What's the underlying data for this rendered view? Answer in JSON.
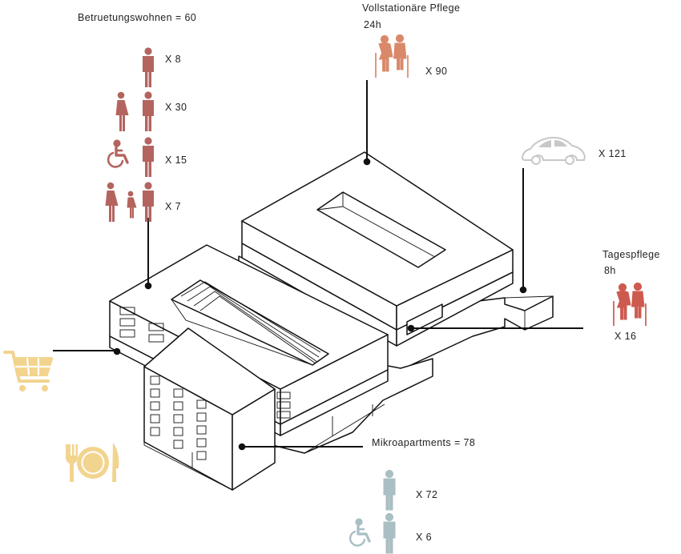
{
  "colors": {
    "residential": "#b4645f",
    "fullcare": "#d9896a",
    "daycare": "#cd5a4f",
    "micro": "#a9bfc3",
    "car": "#c8c8c8",
    "amenity": "#f2d48e",
    "line": "#111111"
  },
  "betreuung": {
    "title": "Betruetungswohnen = 60",
    "rows": [
      {
        "icons": [
          "man-icon"
        ],
        "count": "X 8"
      },
      {
        "icons": [
          "woman-icon",
          "man-icon"
        ],
        "count": "X 30"
      },
      {
        "icons": [
          "wheelchair-icon",
          "man-icon"
        ],
        "count": "X 15"
      },
      {
        "icons": [
          "woman-icon",
          "child-icon",
          "man-icon"
        ],
        "count": "X 7"
      }
    ]
  },
  "vollstationaer": {
    "title": "Vollstationäre Pflege",
    "hours": "24h",
    "icon": "elderly-couple-icon",
    "count": "X 90"
  },
  "parking": {
    "icon": "car-icon",
    "count": "X 121"
  },
  "tagespflege": {
    "title": "Tagespflege",
    "hours": "8h",
    "icon": "elderly-couple-icon",
    "count": "X 16"
  },
  "mikro": {
    "title": "Mikroapartments = 78",
    "rows": [
      {
        "icons": [
          "man-icon"
        ],
        "count": "X 72"
      },
      {
        "icons": [
          "wheelchair-icon",
          "man-icon"
        ],
        "count": "X 6"
      }
    ]
  },
  "amenities": {
    "shop_icon": "shopping-cart-icon",
    "food_icon": "plate-cutlery-icon"
  }
}
